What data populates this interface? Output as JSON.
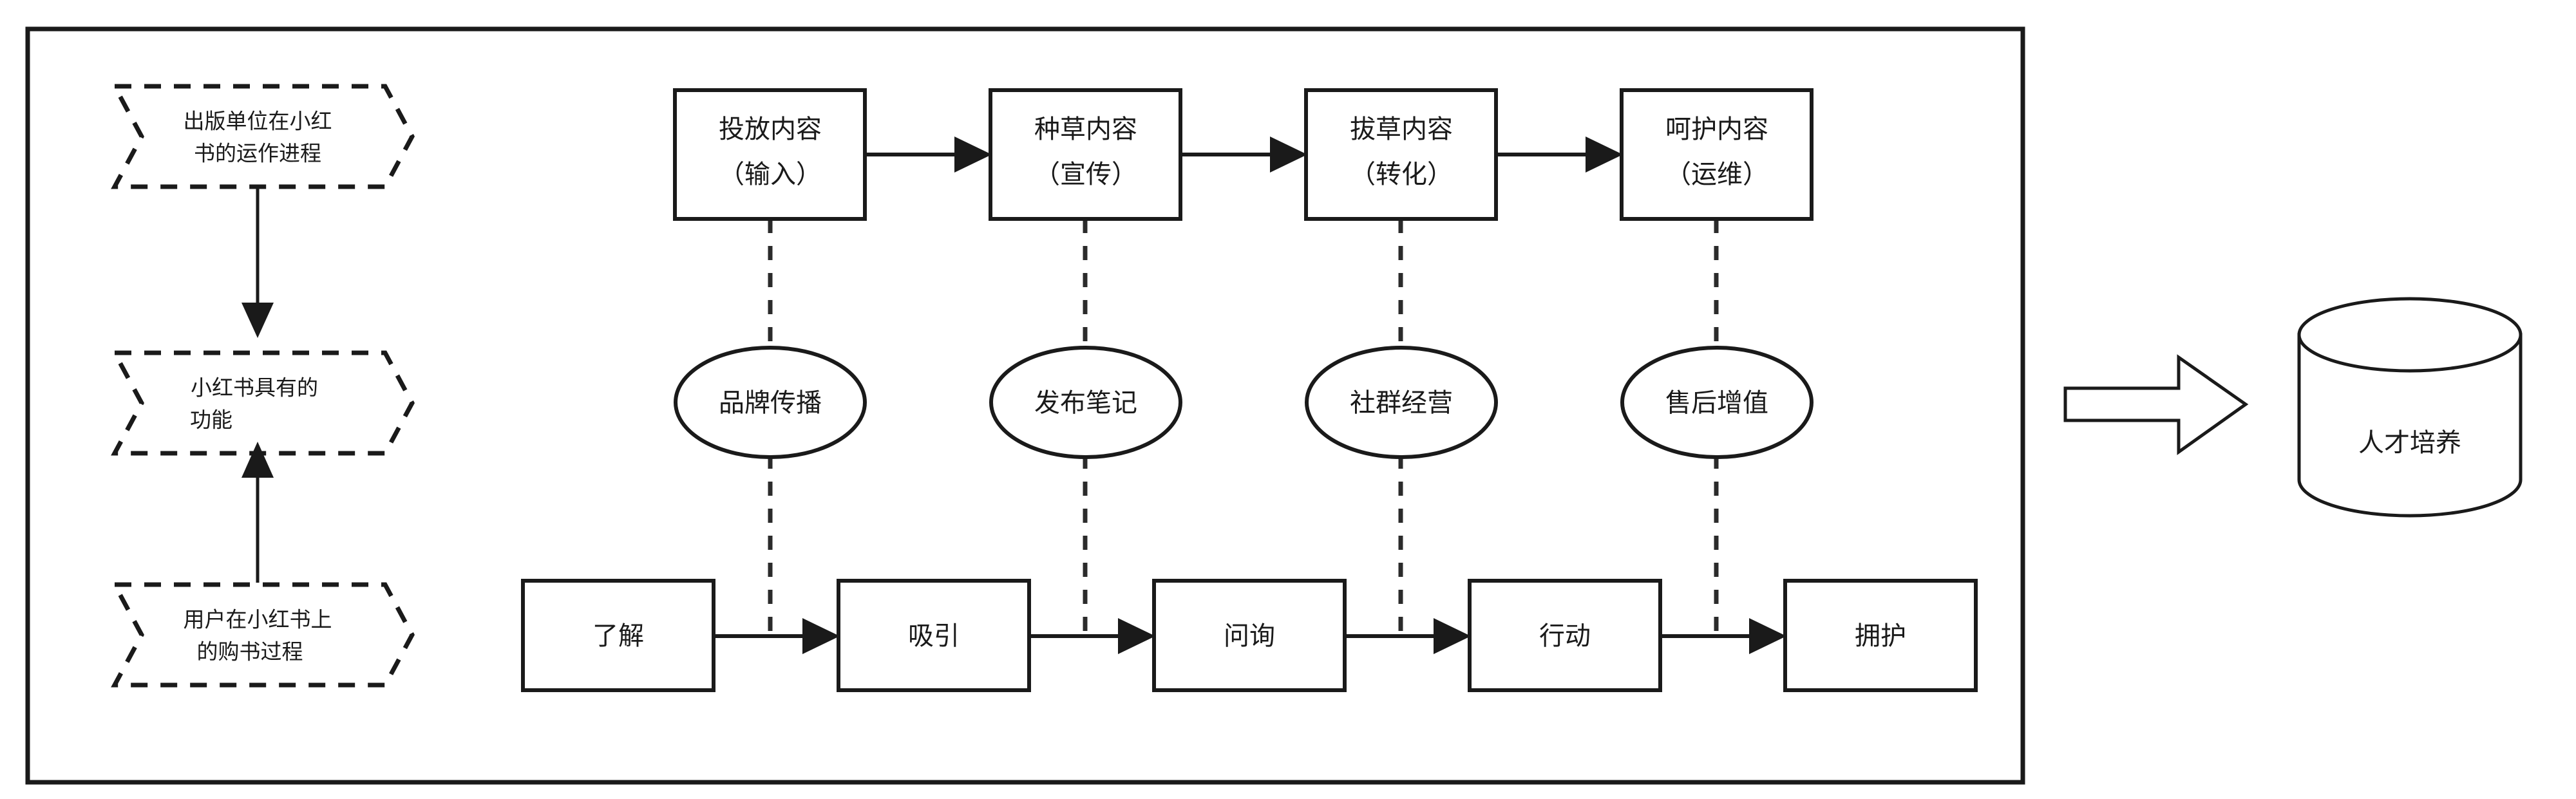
{
  "diagram": {
    "title_text": "",
    "colors": {
      "stroke": "#1a1a1a",
      "background": "#ffffff"
    },
    "left_column": {
      "name": "perspective-lanes",
      "items": [
        {
          "id": "lane-publisher",
          "line1": "出版单位在小红",
          "line2": "书的运作进程",
          "shape": "dashed-flag"
        },
        {
          "id": "lane-platform",
          "line1": "小红书具有的",
          "line2": "功能",
          "shape": "dashed-flag"
        },
        {
          "id": "lane-user",
          "line1": "用户在小红书上",
          "line2": "的购书过程",
          "shape": "dashed-flag"
        }
      ],
      "connectors": [
        {
          "id": "publisher-to-platform",
          "direction": "down",
          "style": "solid-arrow"
        },
        {
          "id": "user-to-platform",
          "direction": "up",
          "style": "solid-arrow"
        }
      ]
    },
    "top_row": {
      "name": "content-stage-boxes",
      "items": [
        {
          "id": "stage-input",
          "line1": "投放内容",
          "line2": "（输入）"
        },
        {
          "id": "stage-promote",
          "line1": "种草内容",
          "line2": "（宣传）"
        },
        {
          "id": "stage-convert",
          "line1": "拔草内容",
          "line2": "（转化）"
        },
        {
          "id": "stage-operate",
          "line1": "呵护内容",
          "line2": "（运维）"
        }
      ],
      "connector_style": "solid-arrow-right"
    },
    "middle_row": {
      "name": "platform-function-ellipses",
      "items": [
        {
          "id": "fn-brand",
          "label": "品牌传播"
        },
        {
          "id": "fn-note",
          "label": "发布笔记"
        },
        {
          "id": "fn-community",
          "label": "社群经营"
        },
        {
          "id": "fn-aftersale",
          "label": "售后增值"
        }
      ]
    },
    "bottom_row": {
      "name": "user-journey-boxes",
      "items": [
        {
          "id": "journey-aware",
          "label": "了解"
        },
        {
          "id": "journey-attract",
          "label": "吸引"
        },
        {
          "id": "journey-ask",
          "label": "问询"
        },
        {
          "id": "journey-act",
          "label": "行动"
        },
        {
          "id": "journey-advocate",
          "label": "拥护"
        }
      ],
      "connector_style": "solid-arrow-right"
    },
    "vertical_connectors": {
      "name": "dashed-vertical-links",
      "style": "dashed",
      "count": 4
    },
    "outcome": {
      "name": "outcome-cylinder",
      "label": "人才培养",
      "arrow": {
        "id": "block-arrow-right",
        "style": "hollow-block-arrow"
      }
    }
  }
}
